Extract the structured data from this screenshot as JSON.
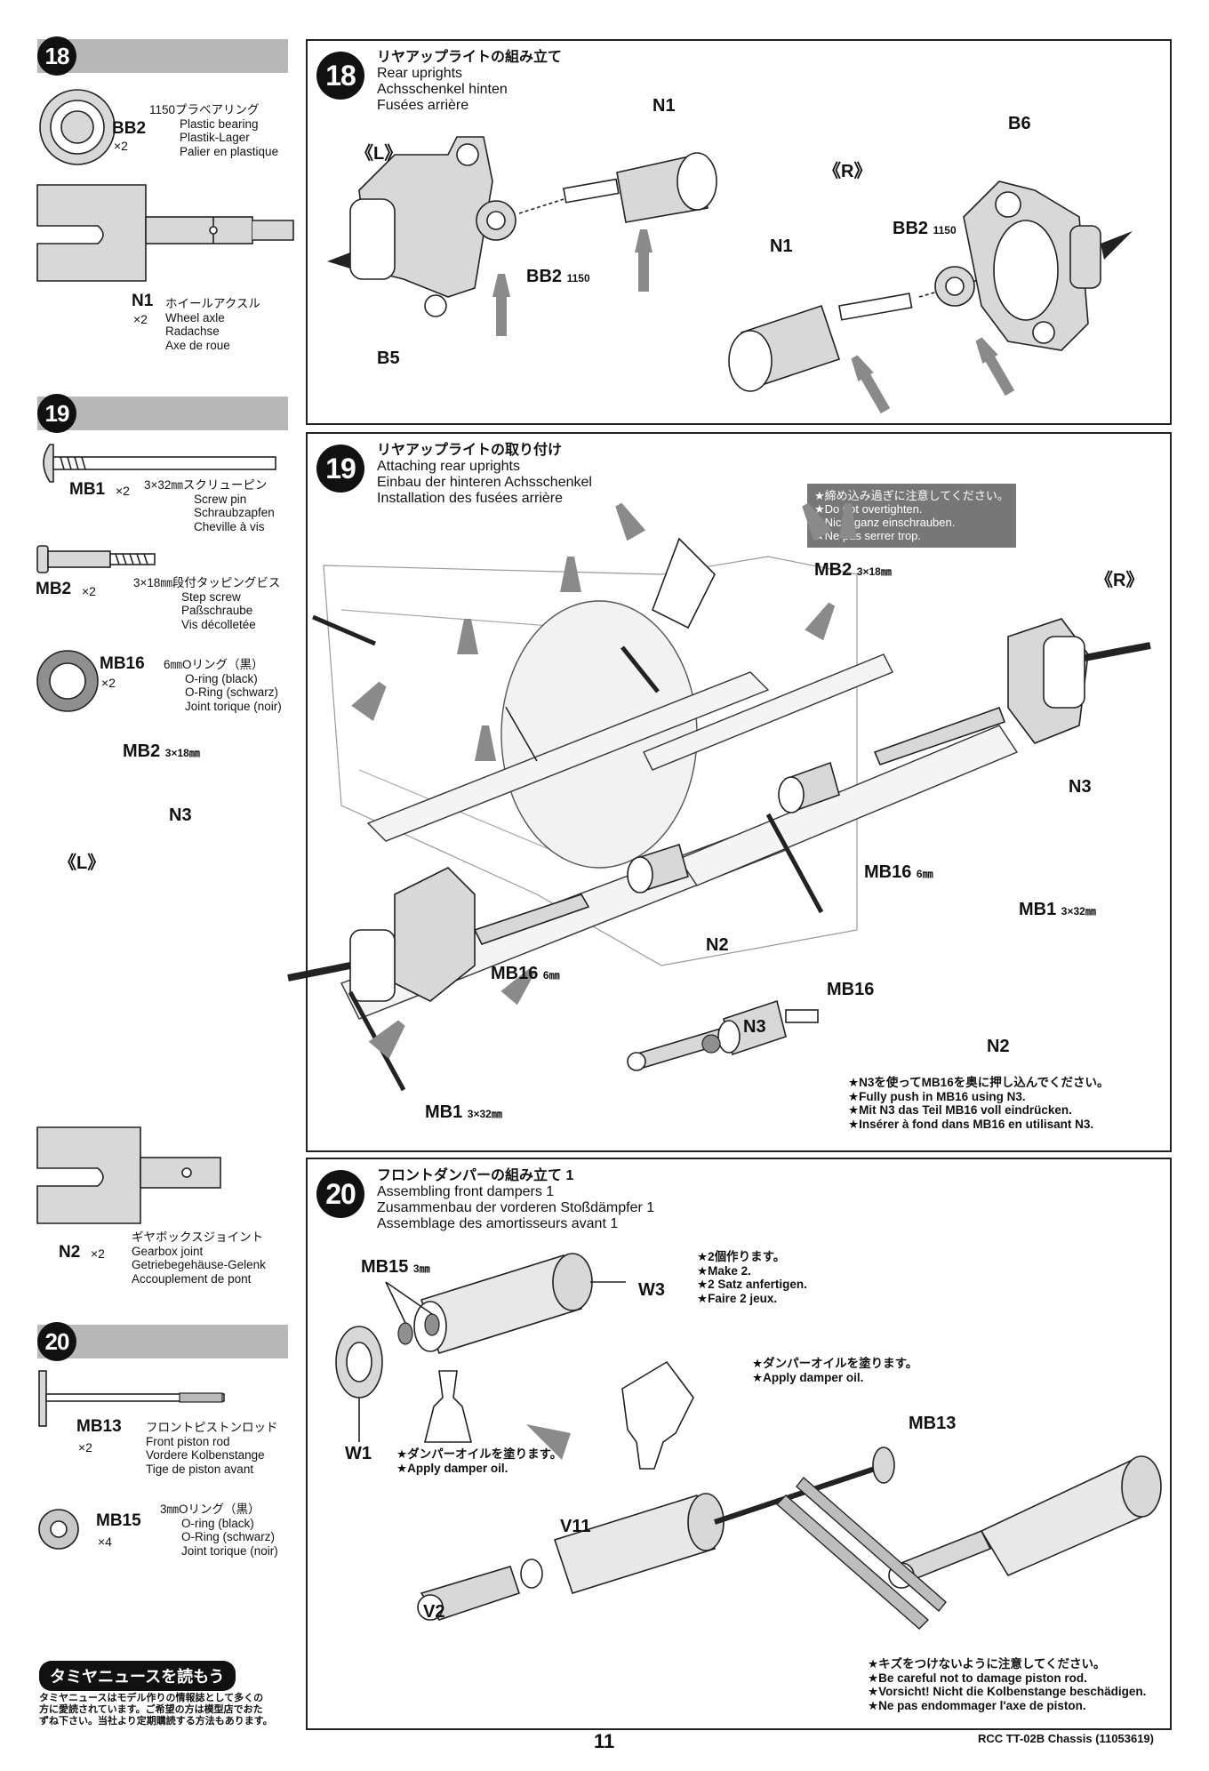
{
  "sidebar": {
    "step18": {
      "number": "18",
      "parts": [
        {
          "code": "BB2",
          "qty": "×2",
          "lines": [
            "1150プラベアリング",
            "Plastic bearing",
            "Plastik-Lager",
            "Palier en plastique"
          ]
        },
        {
          "code": "N1",
          "qty": "×2",
          "lines": [
            "ホイールアクスル",
            "Wheel axle",
            "Radachse",
            "Axe de roue"
          ]
        }
      ]
    },
    "step19": {
      "number": "19",
      "parts": [
        {
          "code": "MB1",
          "qty": "×2",
          "lines": [
            "3×32㎜スクリューピン",
            "Screw pin",
            "Schraubzapfen",
            "Cheville à vis"
          ]
        },
        {
          "code": "MB2",
          "qty": "×2",
          "lines": [
            "3×18㎜段付タッピングビス",
            "Step screw",
            "Paßschraube",
            "Vis décolletée"
          ]
        },
        {
          "code": "MB16",
          "qty": "×2",
          "lines": [
            "6㎜Oリング（黒）",
            "O-ring (black)",
            "O-Ring (schwarz)",
            "Joint torique (noir)"
          ]
        }
      ]
    },
    "step19b": {
      "parts": [
        {
          "code": "N2",
          "qty": "×2",
          "lines": [
            "ギヤボックスジョイント",
            "Gearbox joint",
            "Getriebegehäuse-Gelenk",
            "Accouplement de pont"
          ]
        }
      ]
    },
    "step20": {
      "number": "20",
      "parts": [
        {
          "code": "MB13",
          "qty": "×2",
          "lines": [
            "フロントピストンロッド",
            "Front piston rod",
            "Vordere Kolbenstange",
            "Tige de piston avant"
          ]
        },
        {
          "code": "MB15",
          "qty": "×4",
          "lines": [
            "3㎜Oリング（黒）",
            "O-ring (black)",
            "O-Ring (schwarz)",
            "Joint torique (noir)"
          ]
        }
      ]
    },
    "news": {
      "badge": "タミヤニュースを読もう",
      "lines": [
        "タミヤニュースはモデル作りの情報誌として多くの",
        "方に愛読されています。ご希望の方は模型店でおた",
        "ずね下さい。当社より定期購読する方法もあります。"
      ]
    }
  },
  "panel18": {
    "number": "18",
    "titles": [
      "リヤアップライトの組み立て",
      "Rear uprights",
      "Achsschenkel hinten",
      "Fusées arrière"
    ],
    "labels": {
      "L": "《L》",
      "R": "《R》",
      "N1a": "N1",
      "N1b": "N1",
      "B6": "B6",
      "B5": "B5",
      "BB2a": "BB2",
      "BB2a_sub": "1150",
      "BB2b": "BB2",
      "BB2b_sub": "1150"
    }
  },
  "panel19": {
    "number": "19",
    "titles": [
      "リヤアップライトの取り付け",
      "Attaching rear uprights",
      "Einbau der hinteren Achsschenkel",
      "Installation des fusées arrière"
    ],
    "warning": [
      "★締め込み過ぎに注意してください。",
      "★Do not overtighten.",
      "★Nicht ganz einschrauben.",
      "★Ne pas serrer trop."
    ],
    "labels": {
      "MB2_top": "MB2",
      "MB2_top_sub": "3×18㎜",
      "R": "《R》",
      "MB2_left": "MB2",
      "MB2_left_sub": "3×18㎜",
      "N3_left": "N3",
      "N3_right": "N3",
      "L": "《L》",
      "MB16_right": "MB16",
      "MB16_right_sub": "6㎜",
      "MB1_right": "MB1",
      "MB1_right_sub": "3×32㎜",
      "N2_center": "N2",
      "MB16_center": "MB16",
      "MB16_center_sub": "6㎜",
      "MB1_left": "MB1",
      "MB1_left_sub": "3×32㎜",
      "MB16_detail": "MB16",
      "N3_detail": "N3",
      "N2_detail": "N2"
    },
    "detail_note": [
      "★N3を使ってMB16を奥に押し込んでください。",
      "★Fully push in MB16 using N3.",
      "★Mit N3 das Teil MB16 voll eindrücken.",
      "★Insérer à fond dans MB16 en utilisant N3."
    ]
  },
  "panel20": {
    "number": "20",
    "titles": [
      "フロントダンパーの組み立て 1",
      "Assembling front dampers 1",
      "Zusammenbau der vorderen Stoßdämpfer 1",
      "Assemblage des amortisseurs avant 1"
    ],
    "make2": [
      "★2個作ります。",
      "★Make 2.",
      "★2 Satz anfertigen.",
      "★Faire 2 jeux."
    ],
    "oil_top": [
      "★ダンパーオイルを塗ります。",
      "★Apply damper oil."
    ],
    "oil_left": [
      "★ダンパーオイルを塗ります。",
      "★Apply damper oil."
    ],
    "careful": [
      "★キズをつけないように注意してください。",
      "★Be careful not to damage piston rod.",
      "★Vorsicht! Nicht die Kolbenstange beschädigen.",
      "★Ne pas endommager l'axe de piston."
    ],
    "labels": {
      "MB15": "MB15",
      "MB15_sub": "3㎜",
      "W3": "W3",
      "W1": "W1",
      "MB13": "MB13",
      "V11": "V11",
      "V2": "V2"
    }
  },
  "footer": {
    "page": "11",
    "model": "RCC TT-02B Chassis (11053619)"
  }
}
